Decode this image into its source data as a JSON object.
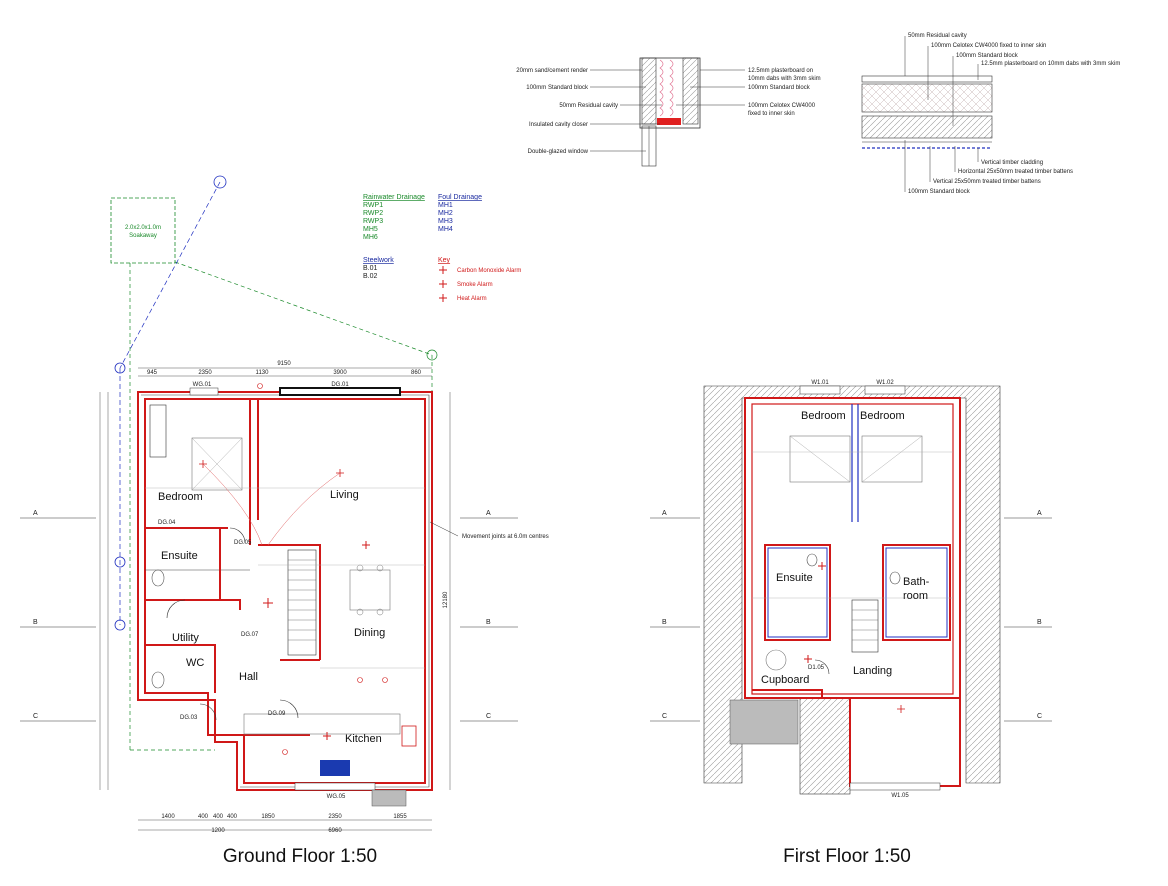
{
  "titles": {
    "ground": "Ground Floor 1:50",
    "first": "First Floor 1:50"
  },
  "soakaway": {
    "line1": "2.0x2.0x1.0m",
    "line2": "Soakaway"
  },
  "legend": {
    "rainwater_title": "Rainwater Drainage",
    "rainwater_items": [
      "RWP1",
      "RWP2",
      "RWP3",
      "MH5",
      "MH6"
    ],
    "foul_title": "Foul Drainage",
    "foul_items": [
      "MH1",
      "MH2",
      "MH3",
      "MH4"
    ],
    "steel_title": "Steelwork",
    "steel_items": [
      "B.01",
      "B.02"
    ],
    "key_title": "Key",
    "key_items": [
      "Carbon Monoxide Alarm",
      "Smoke Alarm",
      "Heat Alarm"
    ]
  },
  "wall_detail": {
    "left": [
      "20mm sand/cement render",
      "100mm Standard block",
      "50mm Residual cavity",
      "Insulated cavity closer",
      "Double-glazed window"
    ],
    "right": [
      "12.5mm plasterboard on",
      "10mm dabs with 3mm skim",
      "100mm Standard block",
      "100mm Celotex CW4000",
      "fixed to inner skin"
    ]
  },
  "cladding_detail": {
    "top": [
      "50mm Residual cavity",
      "100mm Celotex CW4000 fixed to inner skin",
      "100mm Standard block",
      "12.5mm plasterboard on 10mm dabs with 3mm skim"
    ],
    "bottom": [
      "Vertical timber cladding",
      "Horizontal 25x50mm treated timber battens",
      "Vertical 25x50mm treated timber battens",
      "100mm Standard block"
    ]
  },
  "ground_rooms": {
    "bedroom": "Bedroom",
    "living": "Living",
    "ensuite": "Ensuite",
    "utility": "Utility",
    "wc": "WC",
    "hall": "Hall",
    "dining": "Dining",
    "kitchen": "Kitchen"
  },
  "first_rooms": {
    "bedroom1": "Bedroom",
    "bedroom2": "Bedroom",
    "ensuite": "Ensuite",
    "bath1": "Bath-",
    "bath2": "room",
    "cupboard": "Cupboard",
    "landing": "Landing"
  },
  "annotation": {
    "movement": "Movement joints at 6.0m centres"
  },
  "sections": {
    "a": "A",
    "b": "B",
    "c": "C"
  },
  "dims": {
    "ground_top_total": "9150",
    "ground_top": [
      "945",
      "2350",
      "1130",
      "3900",
      "860"
    ],
    "ground_bottom": [
      "1400",
      "400",
      "400",
      "400",
      "1850",
      "2350",
      "1855"
    ],
    "ground_bottom2": [
      "1200",
      "6960"
    ],
    "ground_side": "12180"
  },
  "tags": {
    "wg01": "WG.01",
    "wg05": "WG.05",
    "dg01": "DG.01",
    "w01": "W1.01",
    "w02": "W1.02",
    "w05": "W1.05",
    "dg04": "DG.04",
    "dg05": "DG.05",
    "dg07": "DG.07",
    "dg03": "DG.03",
    "dg09": "DG.09",
    "d105": "D1.05"
  }
}
